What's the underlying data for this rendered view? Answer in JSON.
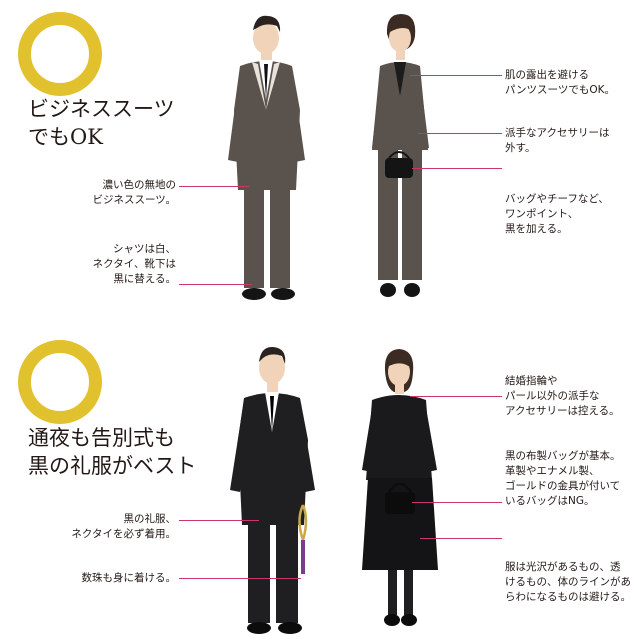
{
  "sections": [
    {
      "heading_lines": [
        "ビジネススーツ",
        "でもOK"
      ],
      "left_notes": [
        [
          "濃い色の無地の",
          "ビジネススーツ。"
        ],
        [
          "シャツは白、",
          "ネクタイ、靴下は",
          "黒に替える。"
        ]
      ],
      "right_notes": [
        [
          "肌の露出を避ける",
          "パンツスーツでもOK。"
        ],
        [
          "派手なアクセサリーは",
          "外す。"
        ],
        [
          "バッグやチーフなど、",
          "ワンポイント、",
          "黒を加える。"
        ]
      ]
    },
    {
      "heading_lines": [
        "通夜も告別式も",
        "黒の礼服がベスト"
      ],
      "left_notes": [
        [
          "黒の礼服、",
          "ネクタイを必ず着用。"
        ],
        [
          "数珠も身に着ける。"
        ]
      ],
      "right_notes": [
        [
          "結婚指輪や",
          "パール以外の派手な",
          "アクセサリーは控える。"
        ],
        [
          "黒の布製バッグが基本。",
          "革製やエナメル製、",
          "ゴールドの金具が付いて",
          "いるバッグはNG。"
        ],
        [
          "服は光沢があるもの、透",
          "けるもの、体のラインがあ",
          "らわになるものは避ける。"
        ]
      ]
    }
  ],
  "colors": {
    "ring": "#e2c12e",
    "leader_line": "#c9356f",
    "text": "#231815",
    "business_suit": "#5a524c",
    "mourning_suit": "#1f1f22",
    "skin": "#f0d3b8",
    "juzu_tassel": "#7a3c8f"
  },
  "icons": [
    "ok-circle-icon",
    "man-business-suit-figure",
    "woman-pants-suit-figure",
    "man-mourning-suit-figure",
    "woman-mourning-dress-figure",
    "juzu-prayer-beads-icon"
  ]
}
